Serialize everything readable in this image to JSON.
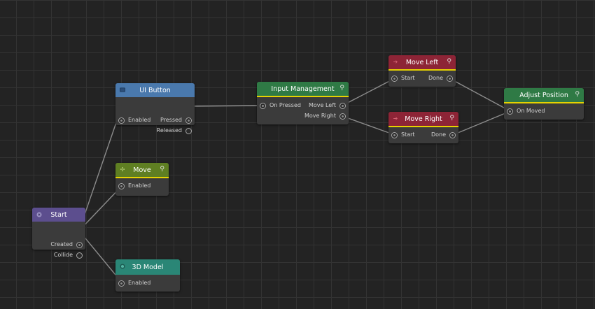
{
  "colors": {
    "start": "#5c4e8e",
    "ui_button": "#4a79ad",
    "move": "#5f7f22",
    "model": "#2a8676",
    "input": "#2f7a45",
    "move_left": "#8d2436",
    "move_right": "#8d2436",
    "adjust": "#2f7a45",
    "wire": "#8c8c8c"
  },
  "nodes": {
    "start": {
      "title": "Start",
      "icon": "circle-x-icon",
      "outputs": [
        "Created",
        "Collide"
      ]
    },
    "ui_button": {
      "title": "UI Button",
      "icon": "button-icon",
      "inputs": [
        "Enabled"
      ],
      "outputs": [
        "Pressed",
        "Released"
      ]
    },
    "move": {
      "title": "Move",
      "icon": "move-arrows-icon",
      "pin": "pin-icon",
      "inputs": [
        "Enabled"
      ]
    },
    "model_3d": {
      "title": "3D Model",
      "icon": "cube-icon",
      "inputs": [
        "Enabled"
      ]
    },
    "input_management": {
      "title": "Input Management",
      "pin": "pin-icon",
      "inputs": [
        "On Pressed"
      ],
      "outputs": [
        "Move Left",
        "Move Right"
      ]
    },
    "move_left": {
      "title": "Move Left",
      "icon": "arrow-right-icon",
      "pin": "pin-icon",
      "inputs": [
        "Start"
      ],
      "outputs": [
        "Done"
      ]
    },
    "move_right": {
      "title": "Move Right",
      "icon": "arrow-right-icon",
      "pin": "pin-icon",
      "inputs": [
        "Start"
      ],
      "outputs": [
        "Done"
      ]
    },
    "adjust_position": {
      "title": "Adjust Position",
      "pin": "pin-icon",
      "inputs": [
        "On Moved"
      ]
    }
  },
  "connections": [
    {
      "from": "start.Created",
      "to": "ui_button.Enabled"
    },
    {
      "from": "start.Created",
      "to": "move.Enabled"
    },
    {
      "from": "start.Created",
      "to": "model_3d.Enabled"
    },
    {
      "from": "ui_button.Pressed",
      "to": "input_management.On Pressed"
    },
    {
      "from": "input_management.Move Left",
      "to": "move_left.Start"
    },
    {
      "from": "input_management.Move Right",
      "to": "move_right.Start"
    },
    {
      "from": "move_left.Done",
      "to": "adjust_position.On Moved"
    },
    {
      "from": "move_right.Done",
      "to": "adjust_position.On Moved"
    }
  ]
}
